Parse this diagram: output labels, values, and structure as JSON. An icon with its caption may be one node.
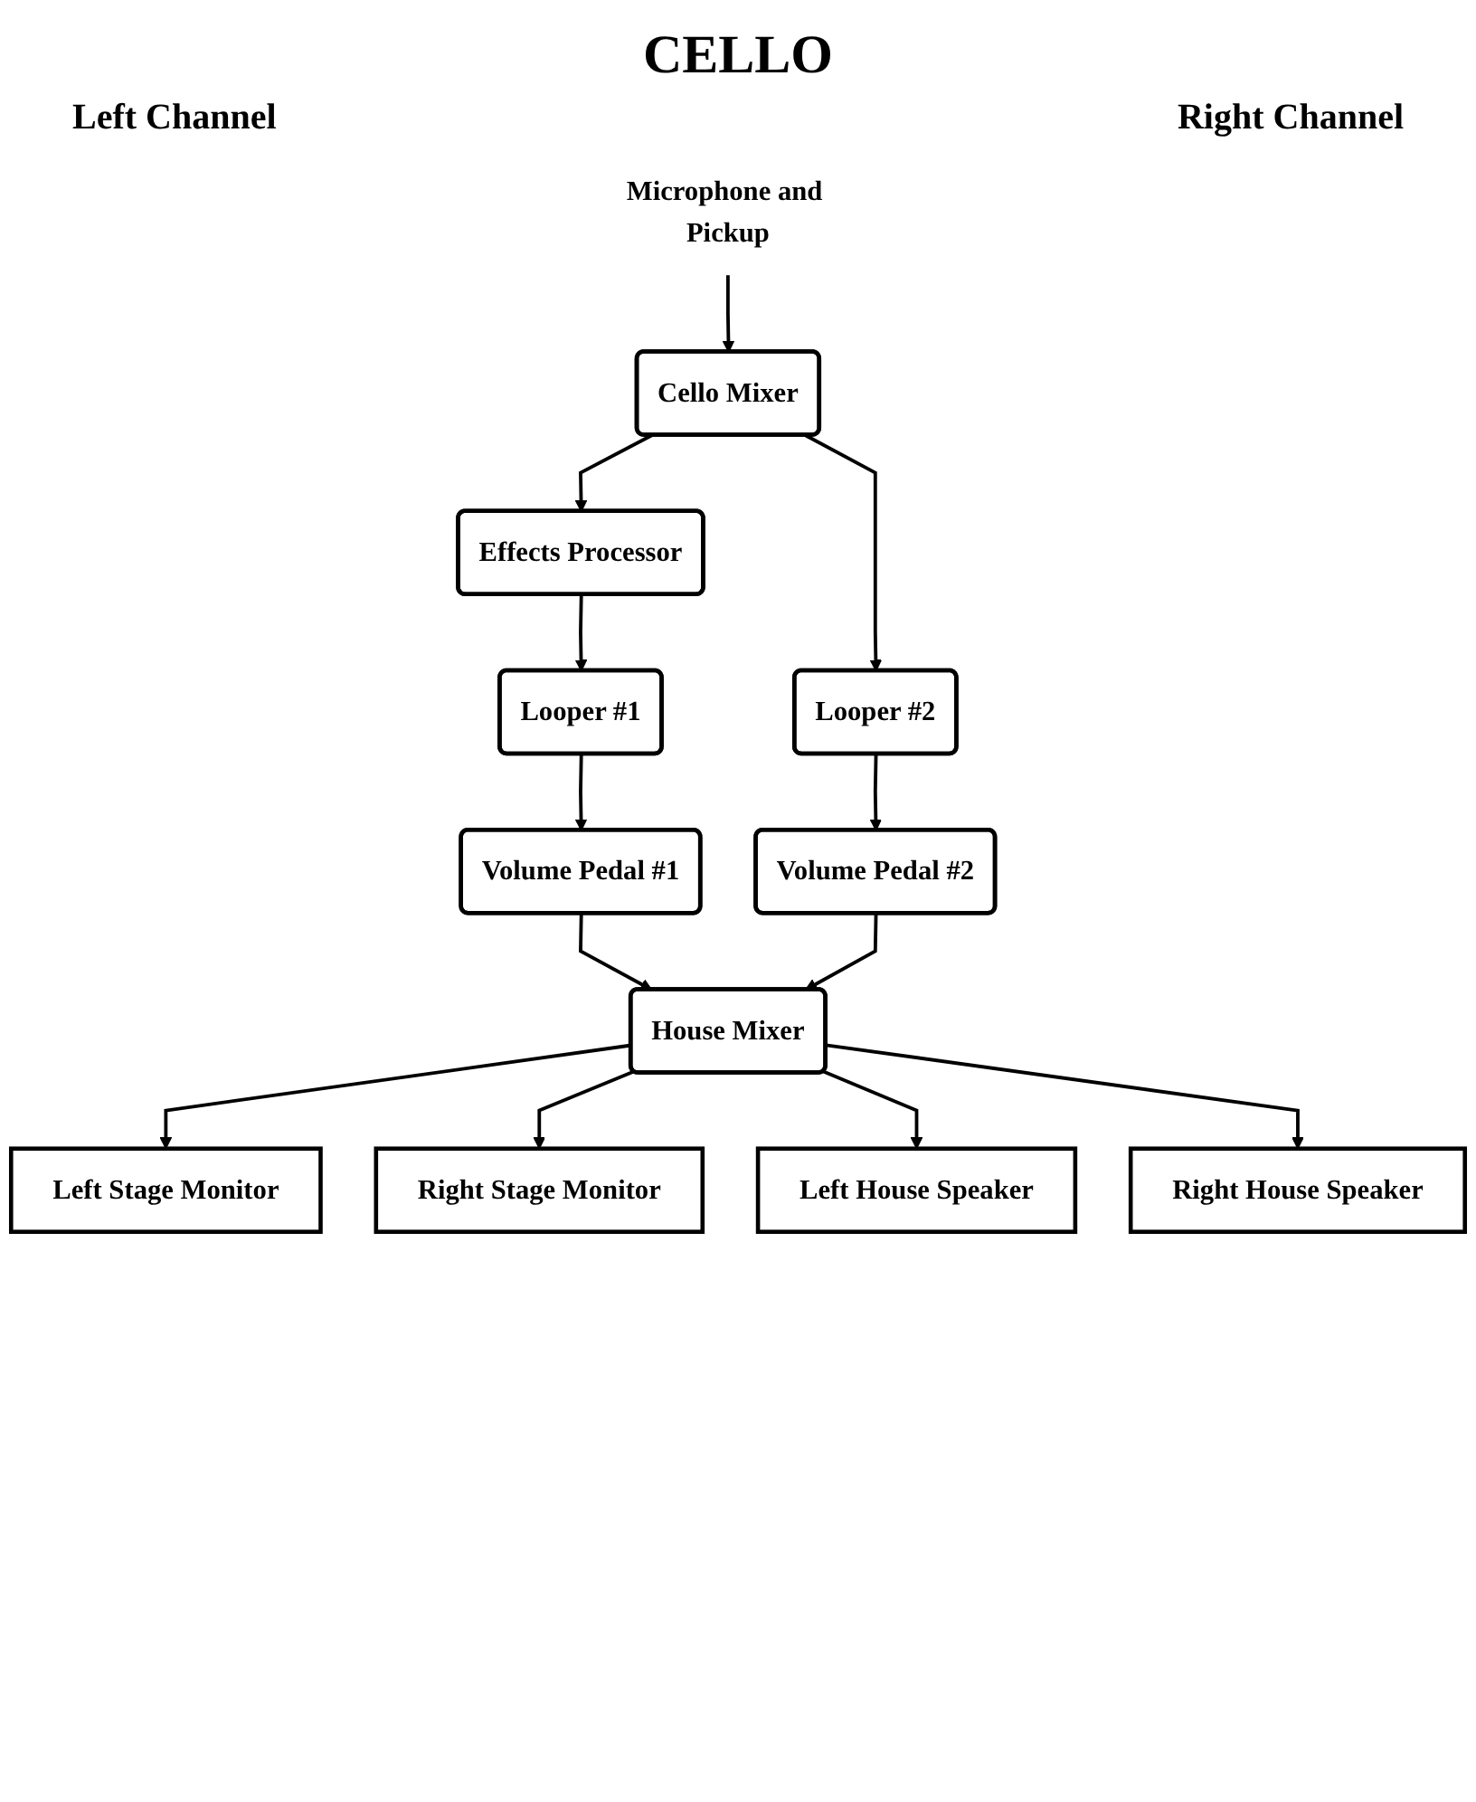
{
  "diagram": {
    "title": "CELLO",
    "nodes": [
      {
        "text": [
          "Microphone and Pickup"
        ]
      },
      {
        "text": [
          "Cello Mixer"
        ]
      },
      {
        "text": [
          "Effects Processor"
        ]
      },
      {
        "text": [
          "Looper #1"
        ]
      },
      {
        "text": [
          "Looper #2"
        ]
      },
      {
        "text": [
          "Volume Pedal #1"
        ]
      },
      {
        "text": [
          "Volume Pedal #2"
        ]
      },
      {
        "text": [
          "House Mixer"
        ]
      },
      {
        "text": [
          "Left Stage Monitor"
        ]
      },
      {
        "text": [
          "Right Stage Monitor"
        ]
      },
      {
        "text": [
          "Left House Speaker"
        ]
      },
      {
        "text": [
          "Right House Speaker"
        ]
      }
    ],
    "edges": [
      {
        "from": 0,
        "to": 1,
        "arrow": "to"
      },
      {
        "from": 1,
        "to": 2,
        "arrow": "to"
      },
      {
        "from": 1,
        "to": 4,
        "arrow": "to"
      },
      {
        "from": 2,
        "to": 3,
        "arrow": "to"
      },
      {
        "from": 3,
        "to": 5,
        "arrow": "to"
      },
      {
        "from": 4,
        "to": 6,
        "arrow": "to"
      },
      {
        "from": 5,
        "to": 7,
        "arrow": "to"
      },
      {
        "from": 6,
        "to": 7,
        "arrow": "to"
      },
      {
        "from": 7,
        "to": 8,
        "arrow": "to"
      },
      {
        "from": 7,
        "to": 9,
        "arrow": "to"
      },
      {
        "from": 7,
        "to": 10,
        "arrow": "to"
      },
      {
        "from": 7,
        "to": 11,
        "arrow": "to"
      }
    ],
    "labels": [
      "Left Channel",
      "Right Channel"
    ]
  }
}
